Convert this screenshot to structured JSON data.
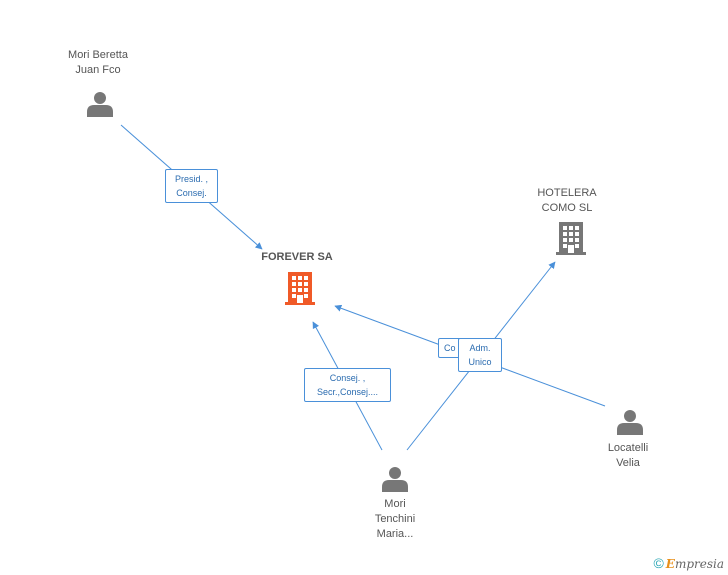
{
  "nodes": {
    "mori_beretta": {
      "line1": "Mori Beretta",
      "line2": "Juan Fco"
    },
    "forever": {
      "line1": "FOREVER SA"
    },
    "hotelera": {
      "line1": "HOTELERA",
      "line2": "COMO  SL"
    },
    "locatelli": {
      "line1": "Locatelli",
      "line2": "Velia"
    },
    "mori_tenchini": {
      "line1": "Mori",
      "line2": "Tenchini",
      "line3": "Maria..."
    }
  },
  "edges": {
    "presid": {
      "line1": "Presid. ,",
      "line2": "Consej."
    },
    "consej_secr": {
      "line1": "Consej. ,",
      "line2": "Secr.,Consej...."
    },
    "co_partial": {
      "line1": "Co"
    },
    "adm_unico": {
      "line1": "Adm.",
      "line2": "Unico"
    }
  },
  "colors": {
    "edge": "#4a90d9",
    "person_icon": "#777777",
    "company_icon": "#777777",
    "main_company_icon": "#f05a28"
  },
  "brand": {
    "copyright": "©",
    "first": "E",
    "rest": "mpresia"
  }
}
